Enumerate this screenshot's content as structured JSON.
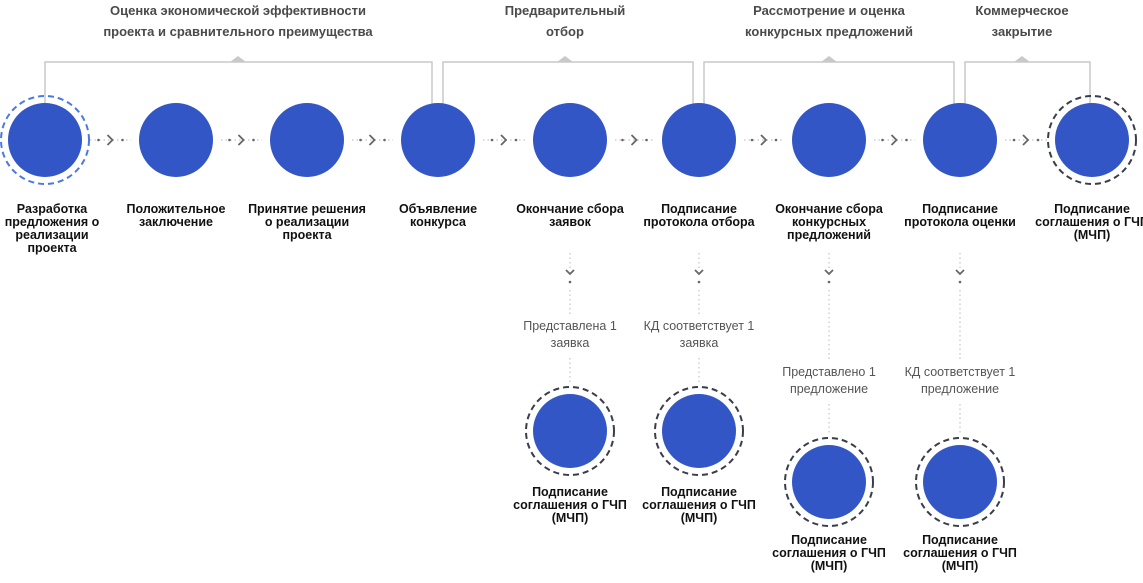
{
  "colors": {
    "node_fill": "#3356c6",
    "dashed_ring_blue": "#4a7ae0",
    "dashed_ring_dark": "#3a3d4a",
    "bracket": "#c9c9c9",
    "dotted": "#c4c4c4",
    "chevron": "#666666"
  },
  "phases": [
    {
      "title": "Оценка экономической эффективности проекта и сравнительного преимущества"
    },
    {
      "title": "Предварительный отбор"
    },
    {
      "title": "Рассмотрение и оценка конкурсных предложений"
    },
    {
      "title": "Коммерческое закрытие"
    }
  ],
  "steps": [
    {
      "label": "Разработка предложения о реализации проекта",
      "ring": "blue"
    },
    {
      "label": "Положительное заключение",
      "ring": "none"
    },
    {
      "label": "Принятие решения о реализации проекта",
      "ring": "none"
    },
    {
      "label": "Объявление конкурса",
      "ring": "none"
    },
    {
      "label": "Окончание сбора заявок",
      "ring": "none"
    },
    {
      "label": "Подписание протокола отбора",
      "ring": "none"
    },
    {
      "label": "Окончание сбора конкурсных предложений",
      "ring": "none"
    },
    {
      "label": "Подписание протокола оценки",
      "ring": "none"
    },
    {
      "label": "Подписание соглашения о ГЧП (МЧП)",
      "ring": "dark"
    }
  ],
  "branches": [
    {
      "condition": "Представлена 1 заявка",
      "outcome": "Подписание соглашения о ГЧП (МЧП)"
    },
    {
      "condition": "КД соответствует 1 заявка",
      "outcome": "Подписание соглашения о ГЧП (МЧП)"
    },
    {
      "condition": "Представлено 1 предложение",
      "outcome": "Подписание соглашения о ГЧП (МЧП)"
    },
    {
      "condition": "КД соответствует 1 предложение",
      "outcome": "Подписание соглашения о ГЧП (МЧП)"
    }
  ]
}
